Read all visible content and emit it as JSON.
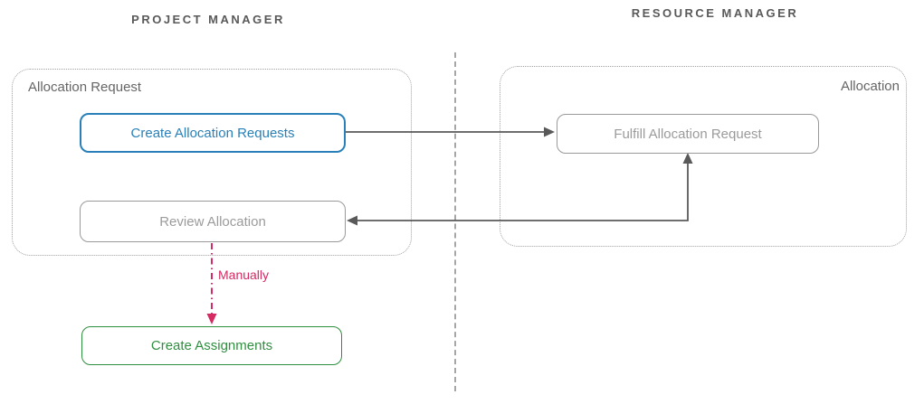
{
  "diagram": {
    "type": "flowchart",
    "lanes": [
      {
        "title": "PROJECT MANAGER"
      },
      {
        "title": "RESOURCE MANAGER"
      }
    ],
    "groups": [
      {
        "label": "Allocation Request",
        "lane": "PROJECT MANAGER"
      },
      {
        "label": "Allocation",
        "lane": "RESOURCE MANAGER"
      }
    ],
    "nodes": [
      {
        "id": "create-allocation-requests",
        "label": "Create Allocation Requests",
        "color": "#2980b9",
        "group": "Allocation Request"
      },
      {
        "id": "fulfill-allocation-request",
        "label": "Fulfill Allocation Request",
        "color": "#999999",
        "group": "Allocation"
      },
      {
        "id": "review-allocation",
        "label": "Review Allocation",
        "color": "#999999",
        "group": "Allocation Request"
      },
      {
        "id": "create-assignments",
        "label": "Create Assignments",
        "color": "#2e8f3f",
        "group": null
      }
    ],
    "edges": [
      {
        "from": "create-allocation-requests",
        "to": "fulfill-allocation-request",
        "style": "solid",
        "color": "#595959",
        "label": ""
      },
      {
        "from": "fulfill-allocation-request",
        "to": "review-allocation",
        "style": "solid",
        "color": "#595959",
        "bidirectional": true,
        "label": ""
      },
      {
        "from": "review-allocation",
        "to": "create-assignments",
        "style": "dash-dot",
        "color": "#d52a62",
        "label": "Manually"
      }
    ],
    "colors": {
      "accent_blue": "#2980b9",
      "accent_green": "#2e8f3f",
      "accent_pink": "#d52a62",
      "arrow_gray": "#595959",
      "node_gray": "#999999",
      "group_label_gray": "#666666",
      "lane_title_gray": "#595959",
      "divider_gray": "#a6a6a6"
    }
  }
}
